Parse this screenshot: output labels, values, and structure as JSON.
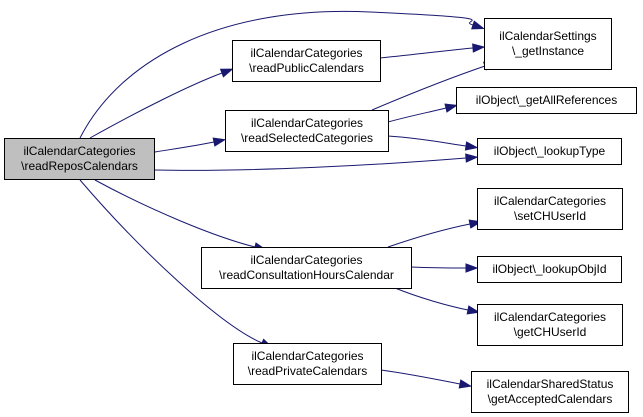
{
  "colors": {
    "edge": "#191970",
    "root_fill": "#bfbfbf",
    "node_fill": "#ffffff",
    "border": "#000000"
  },
  "nodes": [
    {
      "id": "readReposCalendars",
      "lines": [
        "ilCalendarCategories",
        "\\readReposCalendars"
      ],
      "root": true
    },
    {
      "id": "readPublicCalendars",
      "lines": [
        "ilCalendarCategories",
        "\\readPublicCalendars"
      ]
    },
    {
      "id": "readSelectedCategories",
      "lines": [
        "ilCalendarCategories",
        "\\readSelectedCategories"
      ]
    },
    {
      "id": "readConsultationHoursCalendar",
      "lines": [
        "ilCalendarCategories",
        "\\readConsultationHoursCalendar"
      ]
    },
    {
      "id": "readPrivateCalendars",
      "lines": [
        "ilCalendarCategories",
        "\\readPrivateCalendars"
      ]
    },
    {
      "id": "settings_getInstance",
      "lines": [
        "ilCalendarSettings",
        "\\_getInstance"
      ]
    },
    {
      "id": "object_getAllReferences",
      "lines": [
        "ilObject\\_getAllReferences"
      ]
    },
    {
      "id": "object_lookupType",
      "lines": [
        "ilObject\\_lookupType"
      ]
    },
    {
      "id": "setCHUserId",
      "lines": [
        "ilCalendarCategories",
        "\\setCHUserId"
      ]
    },
    {
      "id": "object_lookupObjId",
      "lines": [
        "ilObject\\_lookupObjId"
      ]
    },
    {
      "id": "getCHUserId",
      "lines": [
        "ilCalendarCategories",
        "\\getCHUserId"
      ]
    },
    {
      "id": "getAcceptedCalendars",
      "lines": [
        "ilCalendarSharedStatus",
        "\\getAcceptedCalendars"
      ]
    }
  ],
  "edges": [
    {
      "from": "readReposCalendars",
      "to": "settings_getInstance"
    },
    {
      "from": "readReposCalendars",
      "to": "readPublicCalendars"
    },
    {
      "from": "readReposCalendars",
      "to": "readSelectedCategories"
    },
    {
      "from": "readReposCalendars",
      "to": "object_lookupType"
    },
    {
      "from": "readReposCalendars",
      "to": "readConsultationHoursCalendar"
    },
    {
      "from": "readReposCalendars",
      "to": "readPrivateCalendars"
    },
    {
      "from": "readPublicCalendars",
      "to": "settings_getInstance"
    },
    {
      "from": "readSelectedCategories",
      "to": "settings_getInstance"
    },
    {
      "from": "readSelectedCategories",
      "to": "object_getAllReferences"
    },
    {
      "from": "readSelectedCategories",
      "to": "object_lookupType"
    },
    {
      "from": "readConsultationHoursCalendar",
      "to": "setCHUserId"
    },
    {
      "from": "readConsultationHoursCalendar",
      "to": "object_lookupObjId"
    },
    {
      "from": "readConsultationHoursCalendar",
      "to": "getCHUserId"
    },
    {
      "from": "readPrivateCalendars",
      "to": "getAcceptedCalendars"
    }
  ]
}
